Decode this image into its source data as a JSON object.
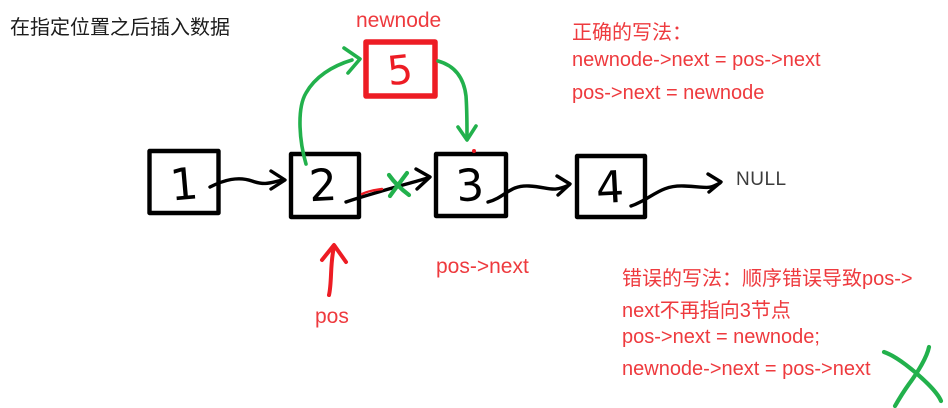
{
  "title": "在指定位置之后插入数据",
  "colors": {
    "red_stroke": "#ed1c24",
    "red_text": "#ee3a3e",
    "green": "#22b14c",
    "ink": "#000000",
    "null_gray": "#3c3c3c"
  },
  "list": {
    "nodes": [
      {
        "value": "1"
      },
      {
        "value": "2"
      },
      {
        "value": "3"
      },
      {
        "value": "4"
      }
    ],
    "tail_label": "NULL"
  },
  "newnode": {
    "label": "newnode",
    "value": "5"
  },
  "pointers": {
    "pos_label": "pos",
    "pos_next_label": "pos->next"
  },
  "correct_block": {
    "heading": "正确的写法：",
    "lines": [
      "newnode->next = pos->next",
      "pos->next = newnode"
    ]
  },
  "wrong_block": {
    "lines": [
      "错误的写法：顺序错误导致pos->",
      "next不再指向3节点",
      "pos->next = newnode;",
      "newnode->next = pos->next"
    ]
  }
}
